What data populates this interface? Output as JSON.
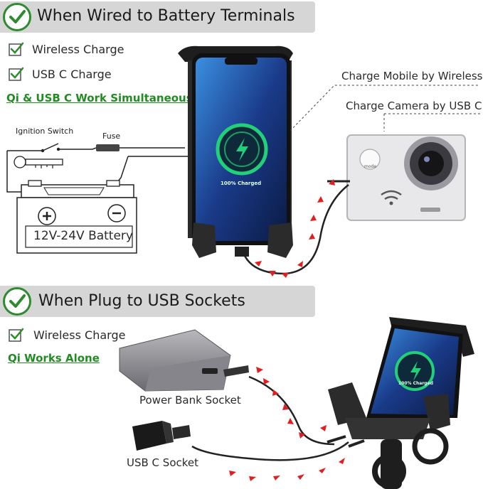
{
  "section1": {
    "title": "When Wired to Battery Terminals",
    "features": [
      "Wireless Charge",
      "USB C Charge"
    ],
    "note": "Qi & USB C Work Simultaneously"
  },
  "diagram1": {
    "ignition_label": "Ignition Switch",
    "fuse_label": "Fuse",
    "battery_label": "12V-24V Battery",
    "callout_wireless": "Charge Mobile by Wireless",
    "callout_usbc": "Charge Camera by USB C",
    "phone_charged_text": "100% Charged",
    "camera_button_text": "mode"
  },
  "section2": {
    "title": "When Plug to USB Sockets",
    "features": [
      "Wireless Charge"
    ],
    "note": "Qi Works Alone"
  },
  "diagram2": {
    "power_bank_label": "Power Bank Socket",
    "usb_c_label": "USB C Socket",
    "phone_charged_text": "100% Charged"
  },
  "colors": {
    "accent_green": "#2e8b2e",
    "arrow_red": "#e02020",
    "banner_gray": "#d6d6d6"
  }
}
